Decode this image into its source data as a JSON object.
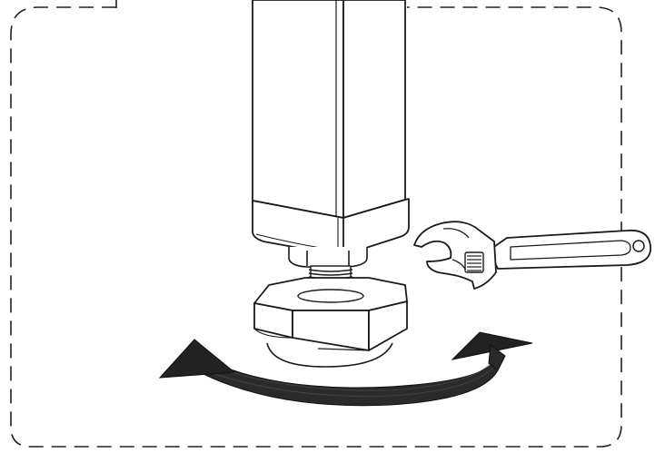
{
  "illustration": {
    "subject": "adjustable-furniture-leg-leveling-foot",
    "tool": "adjustable-wrench",
    "rotation": "two-way-rotation",
    "colors": {
      "stroke": "#1a1a1a",
      "fill": "#ffffff",
      "arrow": "#2a2a2a",
      "border": "#222222"
    }
  }
}
